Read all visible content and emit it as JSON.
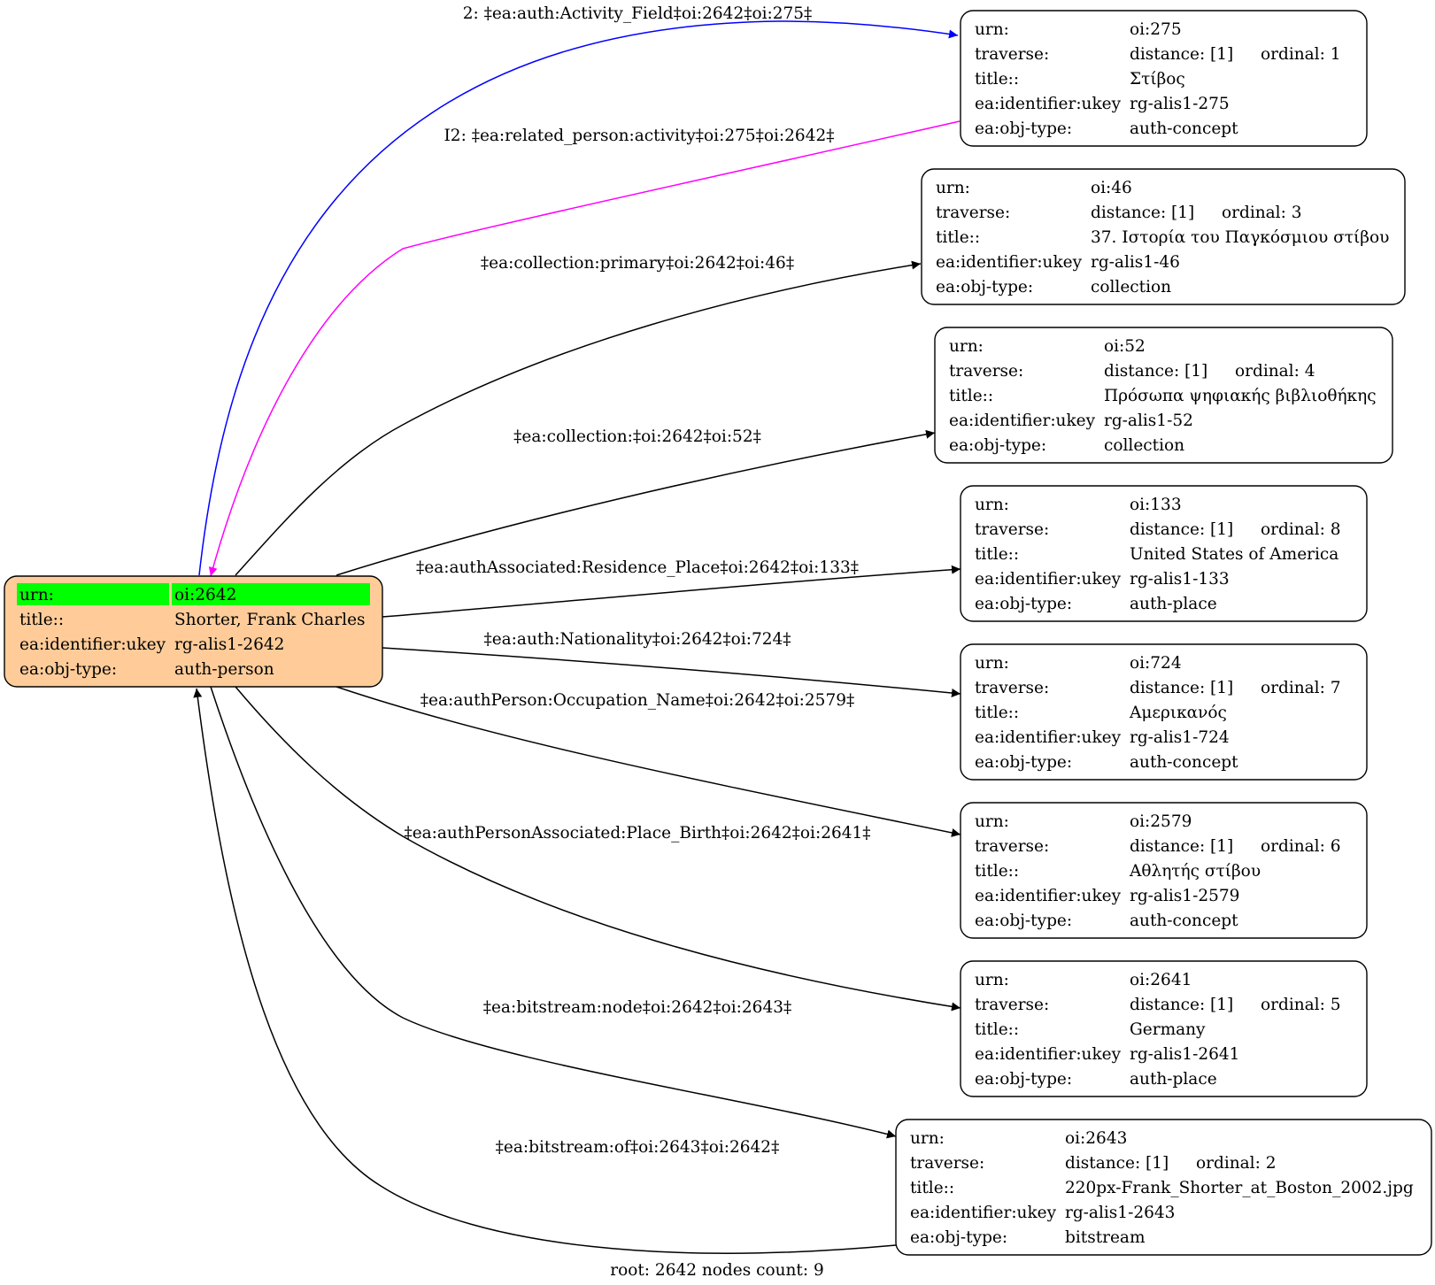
{
  "root_node": {
    "rows": [
      {
        "key": "urn:",
        "value": "oi:2642"
      },
      {
        "key": "title::",
        "value": "Shorter, Frank Charles"
      },
      {
        "key": "ea:identifier:ukey",
        "value": "rg-alis1-2642"
      },
      {
        "key": "ea:obj-type:",
        "value": "auth-person"
      }
    ],
    "fill_color": "#ffcc99",
    "highlight_color": "#00ff00"
  },
  "nodes": [
    {
      "urn": "oi:275",
      "distance": "distance: [1]",
      "ordinal": "ordinal: 1",
      "title": "Στίβος",
      "ukey": "rg-alis1-275",
      "obj_type": "auth-concept"
    },
    {
      "urn": "oi:46",
      "distance": "distance: [1]",
      "ordinal": "ordinal: 3",
      "title": "37. Ιστορία του Παγκόσμιου στίβου",
      "ukey": "rg-alis1-46",
      "obj_type": "collection"
    },
    {
      "urn": "oi:52",
      "distance": "distance: [1]",
      "ordinal": "ordinal: 4",
      "title": "Πρόσωπα ψηφιακής βιβλιοθήκης",
      "ukey": "rg-alis1-52",
      "obj_type": "collection"
    },
    {
      "urn": "oi:133",
      "distance": "distance: [1]",
      "ordinal": "ordinal: 8",
      "title": "United States of America",
      "ukey": "rg-alis1-133",
      "obj_type": "auth-place"
    },
    {
      "urn": "oi:724",
      "distance": "distance: [1]",
      "ordinal": "ordinal: 7",
      "title": "Αμερικανός",
      "ukey": "rg-alis1-724",
      "obj_type": "auth-concept"
    },
    {
      "urn": "oi:2579",
      "distance": "distance: [1]",
      "ordinal": "ordinal: 6",
      "title": "Αθλητής στίβου",
      "ukey": "rg-alis1-2579",
      "obj_type": "auth-concept"
    },
    {
      "urn": "oi:2641",
      "distance": "distance: [1]",
      "ordinal": "ordinal: 5",
      "title": "Germany",
      "ukey": "rg-alis1-2641",
      "obj_type": "auth-place"
    },
    {
      "urn": "oi:2643",
      "distance": "distance: [1]",
      "ordinal": "ordinal: 2",
      "title": "220px-Frank_Shorter_at_Boston_2002.jpg",
      "ukey": "rg-alis1-2643",
      "obj_type": "bitstream"
    }
  ],
  "row_keys": {
    "urn": "urn:",
    "traverse": "traverse:",
    "title": "title::",
    "ukey": "ea:identifier:ukey",
    "obj_type": "ea:obj-type:"
  },
  "edges": [
    {
      "label": "2: ‡ea:auth:Activity_Field‡oi:2642‡oi:275‡",
      "color": "#0000ff"
    },
    {
      "label": "I2: ‡ea:related_person:activity‡oi:275‡oi:2642‡",
      "color": "#ff00ff"
    },
    {
      "label": "‡ea:collection:primary‡oi:2642‡oi:46‡",
      "color": "#000000"
    },
    {
      "label": "‡ea:collection:‡oi:2642‡oi:52‡",
      "color": "#000000"
    },
    {
      "label": "‡ea:authAssociated:Residence_Place‡oi:2642‡oi:133‡",
      "color": "#000000"
    },
    {
      "label": "‡ea:auth:Nationality‡oi:2642‡oi:724‡",
      "color": "#000000"
    },
    {
      "label": "‡ea:authPerson:Occupation_Name‡oi:2642‡oi:2579‡",
      "color": "#000000"
    },
    {
      "label": "‡ea:authPersonAssociated:Place_Birth‡oi:2642‡oi:2641‡",
      "color": "#000000"
    },
    {
      "label": "‡ea:bitstream:node‡oi:2642‡oi:2643‡",
      "color": "#000000"
    },
    {
      "label": "‡ea:bitstream:of‡oi:2643‡oi:2642‡",
      "color": "#000000"
    }
  ],
  "footer": "root: 2642 nodes count: 9"
}
